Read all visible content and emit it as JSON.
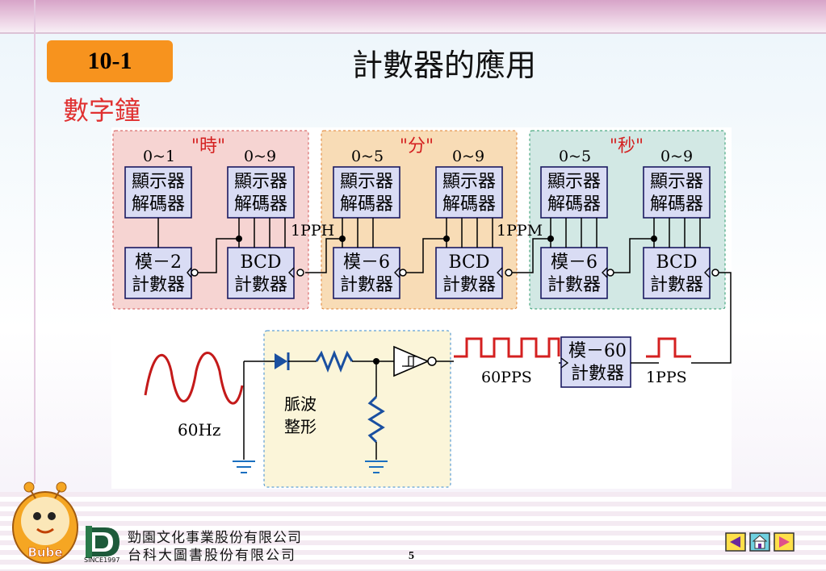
{
  "header": {
    "section_badge": "10-1",
    "title": "計數器的應用",
    "subtitle": "數字鐘"
  },
  "groups": {
    "hours": {
      "label": "\"時\""
    },
    "minutes": {
      "label": "\"分\""
    },
    "seconds": {
      "label": "\"秒\""
    }
  },
  "diagram": {
    "ranges": [
      "0~1",
      "0~9",
      "0~5",
      "0~9",
      "0~5",
      "0~9"
    ],
    "decoder_line1": "顯示器",
    "decoder_line2": "解碼器",
    "counters": [
      {
        "line1": "模－2",
        "line2": "計數器"
      },
      {
        "line1": "BCD",
        "line2": "計數器"
      },
      {
        "line1": "模－6",
        "line2": "計數器"
      },
      {
        "line1": "BCD",
        "line2": "計數器"
      },
      {
        "line1": "模－6",
        "line2": "計數器"
      },
      {
        "line1": "BCD",
        "line2": "計數器"
      }
    ],
    "pph_label": "1PPH",
    "ppm_label": "1PPM",
    "mod60": {
      "line1": "模－60",
      "line2": "計數器"
    },
    "pps60_label": "60PPS",
    "pps1_label": "1PPS",
    "hz_label": "60Hz",
    "shaper_line1": "脈波",
    "shaper_line2": "整形"
  },
  "footer": {
    "company_line1": "勁園文化事業股份有限公司",
    "company_line2": "台科大圖書股份有限公司",
    "since": "SINCE1997",
    "mascot_label": "Bube",
    "page_number": "5"
  },
  "colors": {
    "badge": "#f7931e",
    "subtitle": "#e03030",
    "hours_bg": "#f6d4d2",
    "minutes_bg": "#f8dcb6",
    "seconds_bg": "#d2e8e4",
    "block_fill": "#d9dcf4",
    "shaper_bg": "#fbf5d9",
    "pulse": "#d42020",
    "wave": "#c41a1a",
    "diode": "#1a4fa0",
    "ground": "#1a6fc0"
  }
}
